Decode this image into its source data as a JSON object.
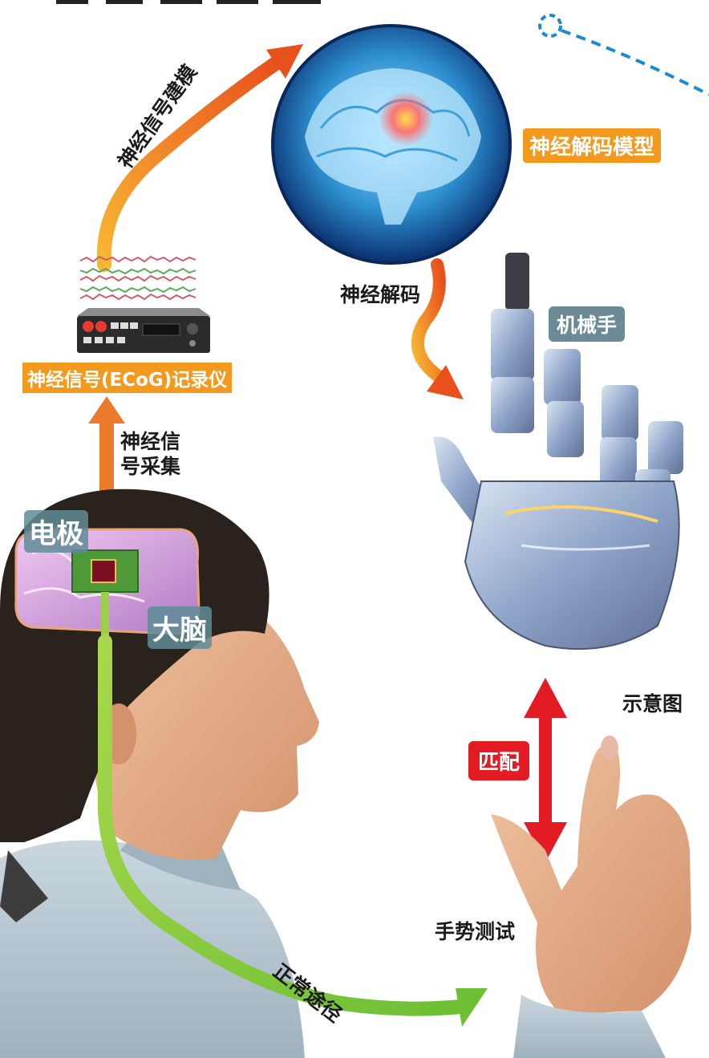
{
  "labels": {
    "modeling": "神经信号建模",
    "decoding_model": "神经解码模型",
    "decoding": "神经解码",
    "robot_hand": "机械手",
    "recorder": "神经信号(ECoG)记录仪",
    "collection_line1": "神经信",
    "collection_line2": "号采集",
    "electrode": "电极",
    "brain": "大脑",
    "schematic": "示意图",
    "match": "匹配",
    "gesture_test": "手势测试",
    "normal_path": "正常途径"
  },
  "colors": {
    "orange": "#f39a1e",
    "red": "#e31b23",
    "green": "#7fc241",
    "blue_dashed": "#1a8ad4",
    "label_gray": "#6b8a96"
  }
}
